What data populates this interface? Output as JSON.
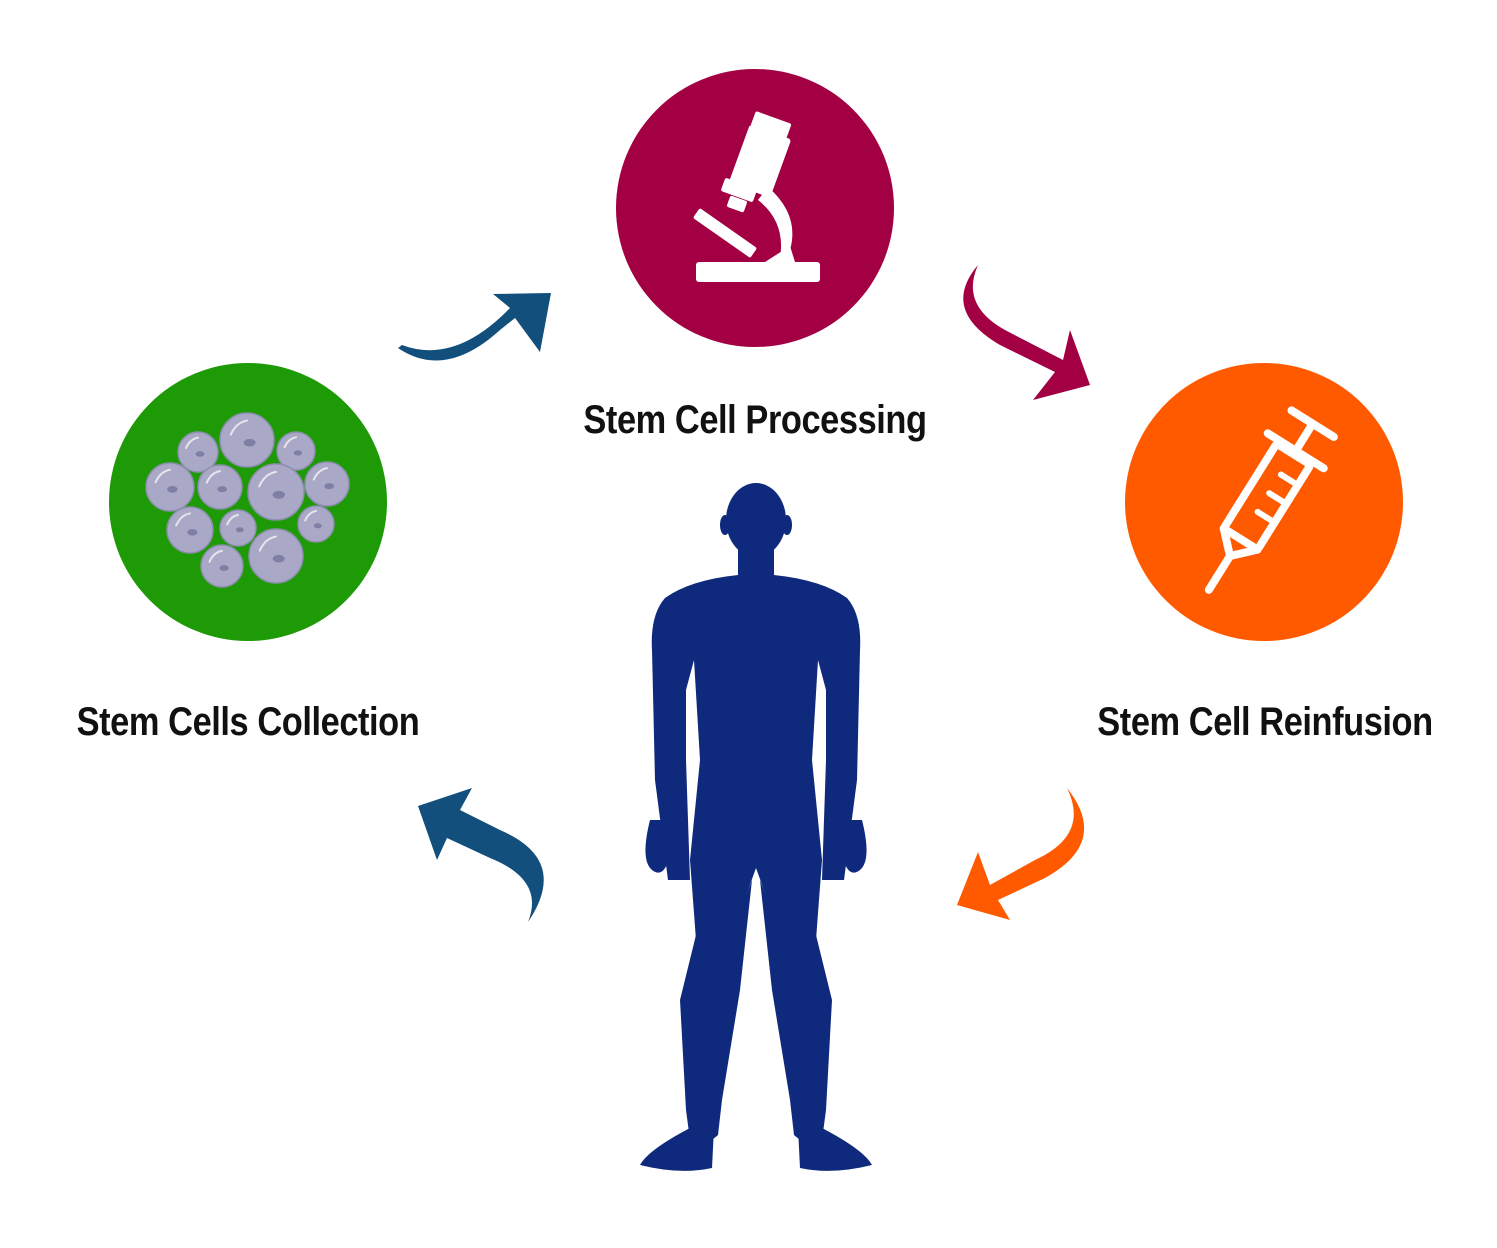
{
  "steps": {
    "processing": {
      "label": "Stem Cell Processing",
      "color": "#A30043",
      "icon": "microscope-icon"
    },
    "collection": {
      "label": "Stem Cells Collection",
      "color": "#1E9A06",
      "icon": "cells-icon"
    },
    "reinfusion": {
      "label": "Stem Cell Reinfusion",
      "color": "#FF5A00",
      "icon": "syringe-icon"
    }
  },
  "center": {
    "icon": "human-body-icon",
    "color": "#0F2A7D"
  },
  "arrows": {
    "collection_to_processing": {
      "color": "#134F7D"
    },
    "processing_to_reinfusion": {
      "color": "#A30043"
    },
    "reinfusion_to_body": {
      "color": "#FF5A00"
    },
    "body_to_collection": {
      "color": "#134F7D"
    }
  },
  "cell_color": "#A9A9C7"
}
